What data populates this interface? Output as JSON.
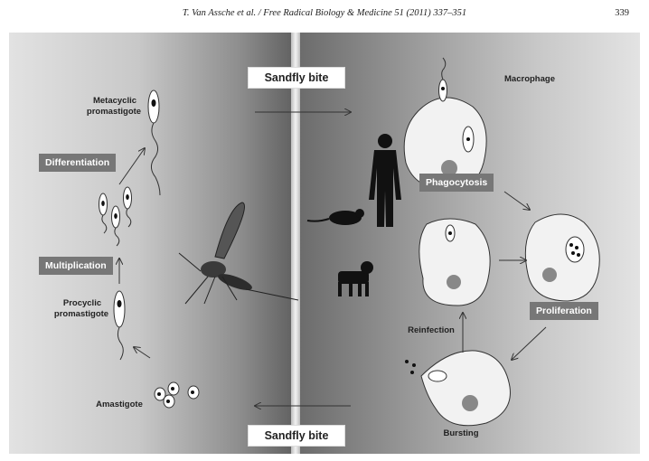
{
  "header": {
    "citation": "T. Van Assche et al. / Free Radical Biology & Medicine 51 (2011) 337–351",
    "page_number": "339"
  },
  "figure": {
    "sandfly_bite_top": "Sandfly bite",
    "sandfly_bite_bottom": "Sandfly bite",
    "left": {
      "metacyclic_line1": "Metacyclic",
      "metacyclic_line2": "promastigote",
      "differentiation": "Differentiation",
      "multiplication": "Multiplication",
      "procyclic_line1": "Procyclic",
      "procyclic_line2": "promastigote",
      "amastigote": "Amastigote"
    },
    "right": {
      "macrophage": "Macrophage",
      "phagocytosis": "Phagocytosis",
      "proliferation": "Proliferation",
      "reinfection": "Reinfection",
      "bursting": "Bursting"
    }
  }
}
